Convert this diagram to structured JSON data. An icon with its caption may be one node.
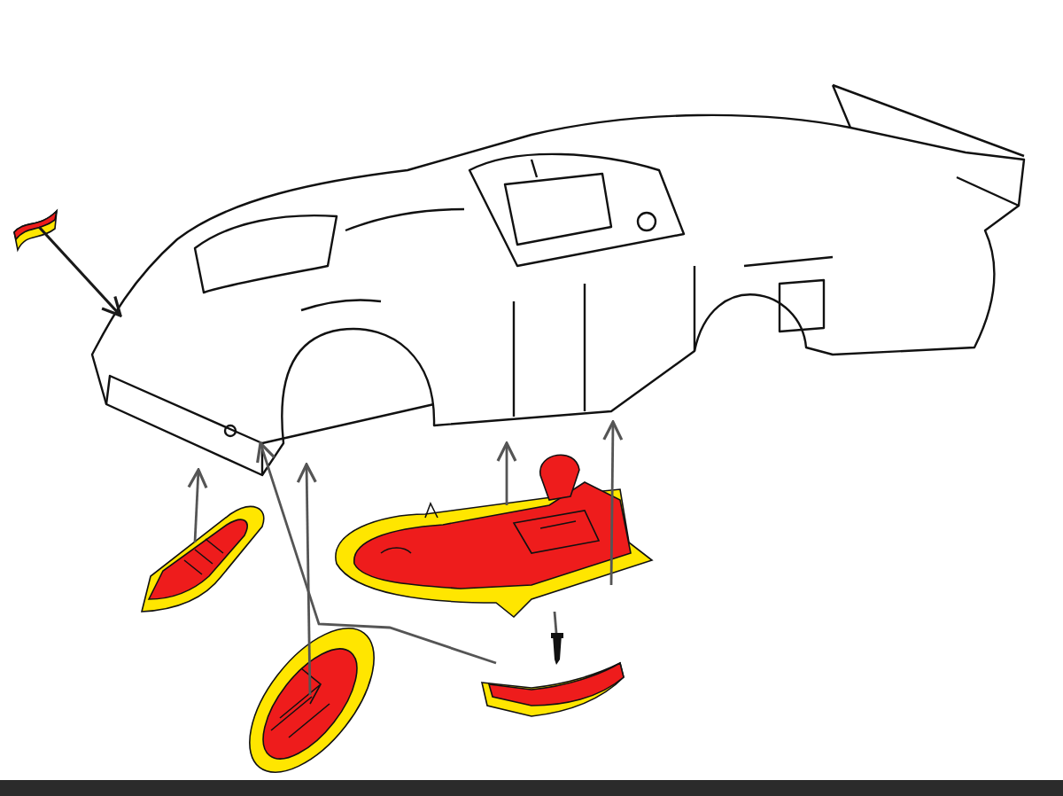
{
  "diagram": {
    "nodes": [
      {
        "text": [],
        "shape": "picture"
      },
      {
        "text": [],
        "shape": "picture"
      },
      {
        "text": [],
        "shape": "picture"
      },
      {
        "text": [],
        "shape": "picture"
      },
      {
        "text": [],
        "shape": "picture"
      },
      {
        "text": [],
        "shape": "picture"
      },
      {
        "text": [],
        "shape": "picture"
      }
    ],
    "edges": [
      {
        "from": 1,
        "to": 0,
        "arrow": "to",
        "color": "#1a1a1a"
      },
      {
        "from": 2,
        "to": 0,
        "arrow": "to"
      },
      {
        "from": 3,
        "to": 0,
        "arrow": "to"
      },
      {
        "from": 4,
        "to": 0,
        "arrow": "to"
      },
      {
        "from": 4,
        "to": 0,
        "arrow": "to"
      },
      {
        "from": 5,
        "to": 0,
        "arrow": "to"
      },
      {
        "from": 6,
        "to": 4,
        "arrow": "none"
      }
    ]
  }
}
